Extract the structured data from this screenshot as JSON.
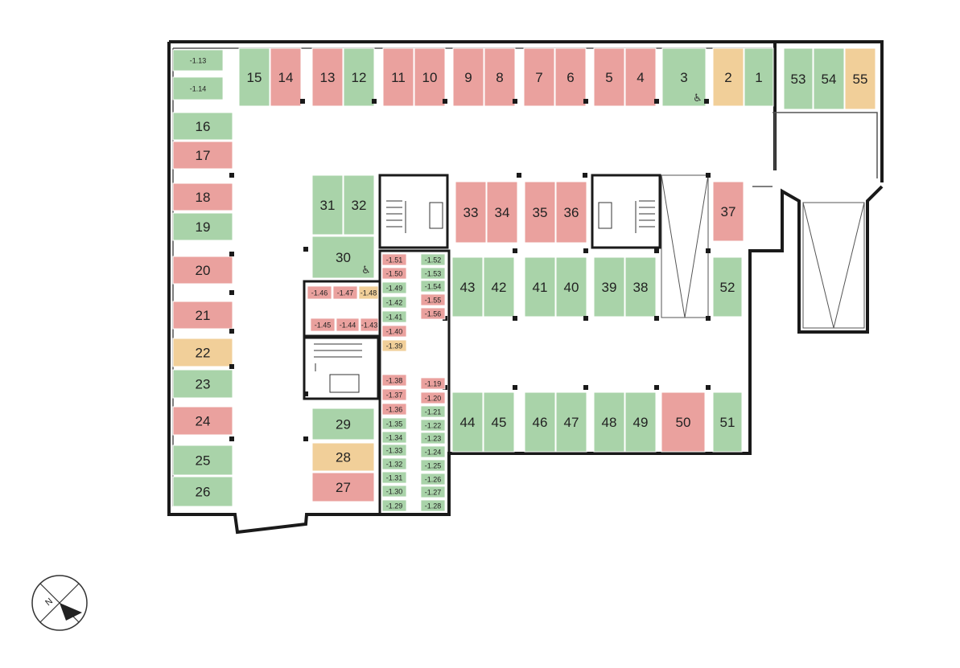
{
  "colors": {
    "available": "#a9d3a9",
    "sold": "#eaa19e",
    "reserved": "#f1cf99",
    "wall": "#1a1a1a",
    "line": "#8a8a8a"
  },
  "parking_spots": [
    {
      "id": "1",
      "status": "available"
    },
    {
      "id": "2",
      "status": "reserved"
    },
    {
      "id": "3",
      "status": "available",
      "accessible": true
    },
    {
      "id": "4",
      "status": "sold"
    },
    {
      "id": "5",
      "status": "sold"
    },
    {
      "id": "6",
      "status": "sold"
    },
    {
      "id": "7",
      "status": "sold"
    },
    {
      "id": "8",
      "status": "sold"
    },
    {
      "id": "9",
      "status": "sold"
    },
    {
      "id": "10",
      "status": "sold"
    },
    {
      "id": "11",
      "status": "sold"
    },
    {
      "id": "12",
      "status": "available"
    },
    {
      "id": "13",
      "status": "sold"
    },
    {
      "id": "14",
      "status": "sold"
    },
    {
      "id": "15",
      "status": "available"
    },
    {
      "id": "16",
      "status": "available"
    },
    {
      "id": "17",
      "status": "sold"
    },
    {
      "id": "18",
      "status": "sold"
    },
    {
      "id": "19",
      "status": "available"
    },
    {
      "id": "20",
      "status": "sold"
    },
    {
      "id": "21",
      "status": "sold"
    },
    {
      "id": "22",
      "status": "reserved"
    },
    {
      "id": "23",
      "status": "available"
    },
    {
      "id": "24",
      "status": "sold"
    },
    {
      "id": "25",
      "status": "available"
    },
    {
      "id": "26",
      "status": "available"
    },
    {
      "id": "27",
      "status": "sold"
    },
    {
      "id": "28",
      "status": "reserved"
    },
    {
      "id": "29",
      "status": "available"
    },
    {
      "id": "30",
      "status": "available",
      "accessible": true
    },
    {
      "id": "31",
      "status": "available"
    },
    {
      "id": "32",
      "status": "available"
    },
    {
      "id": "33",
      "status": "sold"
    },
    {
      "id": "34",
      "status": "sold"
    },
    {
      "id": "35",
      "status": "sold"
    },
    {
      "id": "36",
      "status": "sold"
    },
    {
      "id": "37",
      "status": "sold"
    },
    {
      "id": "38",
      "status": "available"
    },
    {
      "id": "39",
      "status": "available"
    },
    {
      "id": "40",
      "status": "available"
    },
    {
      "id": "41",
      "status": "available"
    },
    {
      "id": "42",
      "status": "available"
    },
    {
      "id": "43",
      "status": "available"
    },
    {
      "id": "44",
      "status": "available"
    },
    {
      "id": "45",
      "status": "available"
    },
    {
      "id": "46",
      "status": "available"
    },
    {
      "id": "47",
      "status": "available"
    },
    {
      "id": "48",
      "status": "available"
    },
    {
      "id": "49",
      "status": "available"
    },
    {
      "id": "50",
      "status": "sold"
    },
    {
      "id": "51",
      "status": "available"
    },
    {
      "id": "52",
      "status": "available"
    },
    {
      "id": "53",
      "status": "available"
    },
    {
      "id": "54",
      "status": "available"
    },
    {
      "id": "55",
      "status": "reserved"
    }
  ],
  "storage_units": [
    {
      "id": "-1.13",
      "status": "available"
    },
    {
      "id": "-1.14",
      "status": "available"
    },
    {
      "id": "-1.19",
      "status": "sold"
    },
    {
      "id": "-1.20",
      "status": "sold"
    },
    {
      "id": "-1.21",
      "status": "available"
    },
    {
      "id": "-1.22",
      "status": "available"
    },
    {
      "id": "-1.23",
      "status": "available"
    },
    {
      "id": "-1.24",
      "status": "available"
    },
    {
      "id": "-1.25",
      "status": "available"
    },
    {
      "id": "-1.26",
      "status": "available"
    },
    {
      "id": "-1.27",
      "status": "available"
    },
    {
      "id": "-1.28",
      "status": "available"
    },
    {
      "id": "-1.29",
      "status": "available"
    },
    {
      "id": "-1.30",
      "status": "available"
    },
    {
      "id": "-1.31",
      "status": "available"
    },
    {
      "id": "-1.32",
      "status": "available"
    },
    {
      "id": "-1.33",
      "status": "available"
    },
    {
      "id": "-1.34",
      "status": "available"
    },
    {
      "id": "-1.35",
      "status": "available"
    },
    {
      "id": "-1.36",
      "status": "sold"
    },
    {
      "id": "-1.37",
      "status": "sold"
    },
    {
      "id": "-1.38",
      "status": "sold"
    },
    {
      "id": "-1.39",
      "status": "reserved"
    },
    {
      "id": "-1.40",
      "status": "sold"
    },
    {
      "id": "-1.41",
      "status": "available"
    },
    {
      "id": "-1.42",
      "status": "available"
    },
    {
      "id": "-1.43",
      "status": "sold"
    },
    {
      "id": "-1.44",
      "status": "sold"
    },
    {
      "id": "-1.45",
      "status": "sold"
    },
    {
      "id": "-1.46",
      "status": "sold"
    },
    {
      "id": "-1.47",
      "status": "sold"
    },
    {
      "id": "-1.48",
      "status": "reserved"
    },
    {
      "id": "-1.49",
      "status": "available"
    },
    {
      "id": "-1.50",
      "status": "sold"
    },
    {
      "id": "-1.51",
      "status": "sold"
    },
    {
      "id": "-1.52",
      "status": "available"
    },
    {
      "id": "-1.53",
      "status": "available"
    },
    {
      "id": "-1.54",
      "status": "available"
    },
    {
      "id": "-1.55",
      "status": "sold"
    },
    {
      "id": "-1.56",
      "status": "sold"
    }
  ],
  "compass": {
    "north_label": "N"
  },
  "icons": {
    "accessible": "wheelchair-icon",
    "compass": "compass-icon",
    "stairs": "stairs-icon",
    "elevator": "elevator-icon"
  }
}
